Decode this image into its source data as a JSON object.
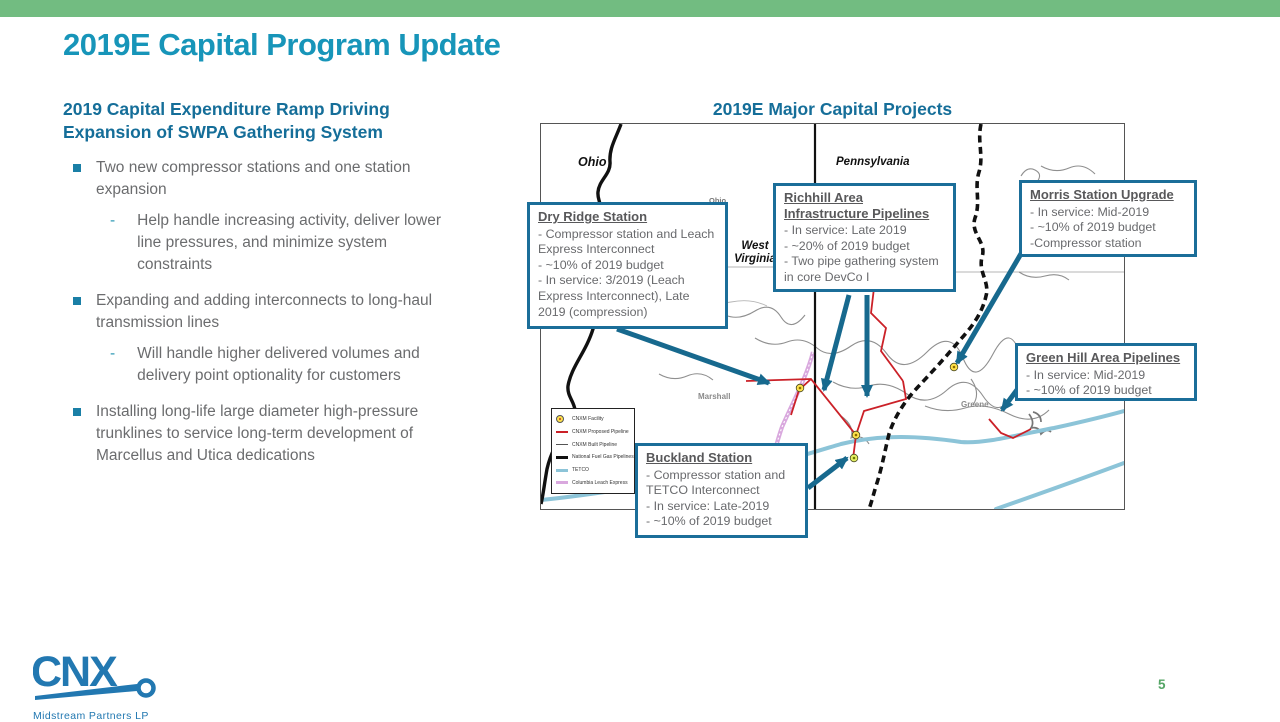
{
  "slide": {
    "title": "2019E Capital Program Update",
    "page_number": "5"
  },
  "left_panel": {
    "heading": "2019 Capital Expenditure Ramp Driving\nExpansion of SWPA Gathering System",
    "bullets": [
      {
        "text": "Two new compressor stations and one station expansion",
        "sub": [
          "Help handle increasing activity, deliver lower line pressures, and minimize system constraints"
        ]
      },
      {
        "text": "Expanding and adding interconnects to long-haul transmission lines",
        "sub": [
          "Will handle higher delivered volumes and delivery point optionality for customers"
        ]
      },
      {
        "text": "Installing long-life large diameter high-pressure trunklines to service long-term development of Marcellus and Utica dedications",
        "sub": []
      }
    ]
  },
  "map_panel": {
    "heading": "2019E Major Capital Projects",
    "states": {
      "ohio": "Ohio",
      "pennsylvania": "Pennsylvania",
      "west_virginia": "West\nVirginia"
    },
    "counties": {
      "ohio": "Ohio",
      "marshall": "Marshall",
      "greene": "Greene"
    },
    "callouts": {
      "dry_ridge": {
        "title": "Dry Ridge Station",
        "items": [
          "- Compressor station and Leach Express Interconnect",
          "- ~10% of 2019 budget",
          "- In service: 3/2019 (Leach Express Interconnect), Late 2019 (compression)"
        ]
      },
      "richhill": {
        "title": "Richhill Area Infrastructure Pipelines",
        "items": [
          "- In service: Late 2019",
          "- ~20% of 2019 budget",
          "- Two pipe gathering system in core DevCo I"
        ]
      },
      "morris": {
        "title": "Morris Station Upgrade",
        "items": [
          "- In service: Mid-2019",
          "- ~10% of 2019 budget",
          "-Compressor station"
        ]
      },
      "green_hill": {
        "title": "Green Hill Area Pipelines",
        "items": [
          "- In service: Mid-2019",
          "- ~10% of 2019 budget"
        ]
      },
      "buckland": {
        "title": "Buckland Station",
        "items": [
          "- Compressor station and TETCO Interconnect",
          "- In service: Late-2019",
          "- ~10% of 2019 budget"
        ]
      }
    },
    "legend": [
      "CNXM Facility",
      "CNXM Proposed Pipeline",
      "CNXM Built Pipeline",
      "National Fuel Gas Pipelines",
      "TETCO",
      "Columbia Leach Express"
    ]
  },
  "footer": {
    "logo_text": "CNX",
    "logo_subtext": "Midstream Partners LP"
  },
  "colors": {
    "top_bar_green": "#72bc81",
    "title_teal": "#1795b9",
    "heading_blue": "#156e99",
    "body_gray": "#6b6c6e",
    "callout_border_blue": "#1b6e99",
    "arrow_teal": "#17698e",
    "proposed_pipeline_red": "#cb2128",
    "tetco_blue": "#8cc4d8",
    "columbia_pink": "#d9a8de",
    "facility_yellow": "#ffe14a",
    "page_number_green": "#55a566",
    "logo_blue": "#2278b1"
  }
}
